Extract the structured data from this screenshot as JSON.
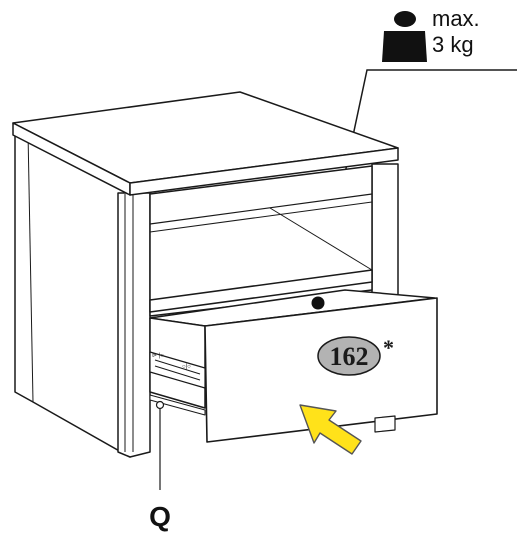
{
  "weight_label": {
    "line1": "max.",
    "line2": "3 kg",
    "icon": "weight-icon"
  },
  "part_label": "162",
  "part_mark": "*",
  "hardware_label": "Q",
  "colors": {
    "line": "#1a1a1a",
    "badge_fill": "#b3b3b3",
    "arrow_fill": "#ffe21a",
    "arrow_stroke": "#555555"
  }
}
